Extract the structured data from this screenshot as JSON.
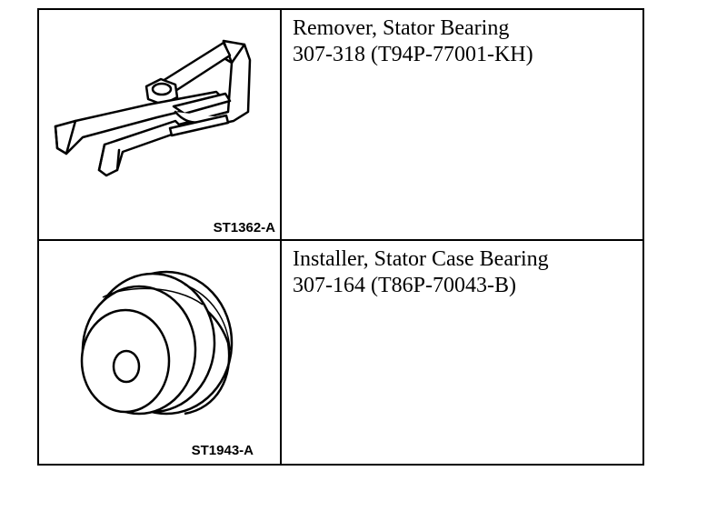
{
  "tools": [
    {
      "name": "Remover, Stator Bearing",
      "number": "307-318 (T94P-77001-KH)",
      "figure_id": "ST1362-A",
      "illustration": "stator-bearing-remover-tool"
    },
    {
      "name": "Installer, Stator Case Bearing",
      "number": "307-164 (T86P-70043-B)",
      "figure_id": "ST1943-A",
      "illustration": "stator-case-bearing-installer-tool"
    }
  ]
}
